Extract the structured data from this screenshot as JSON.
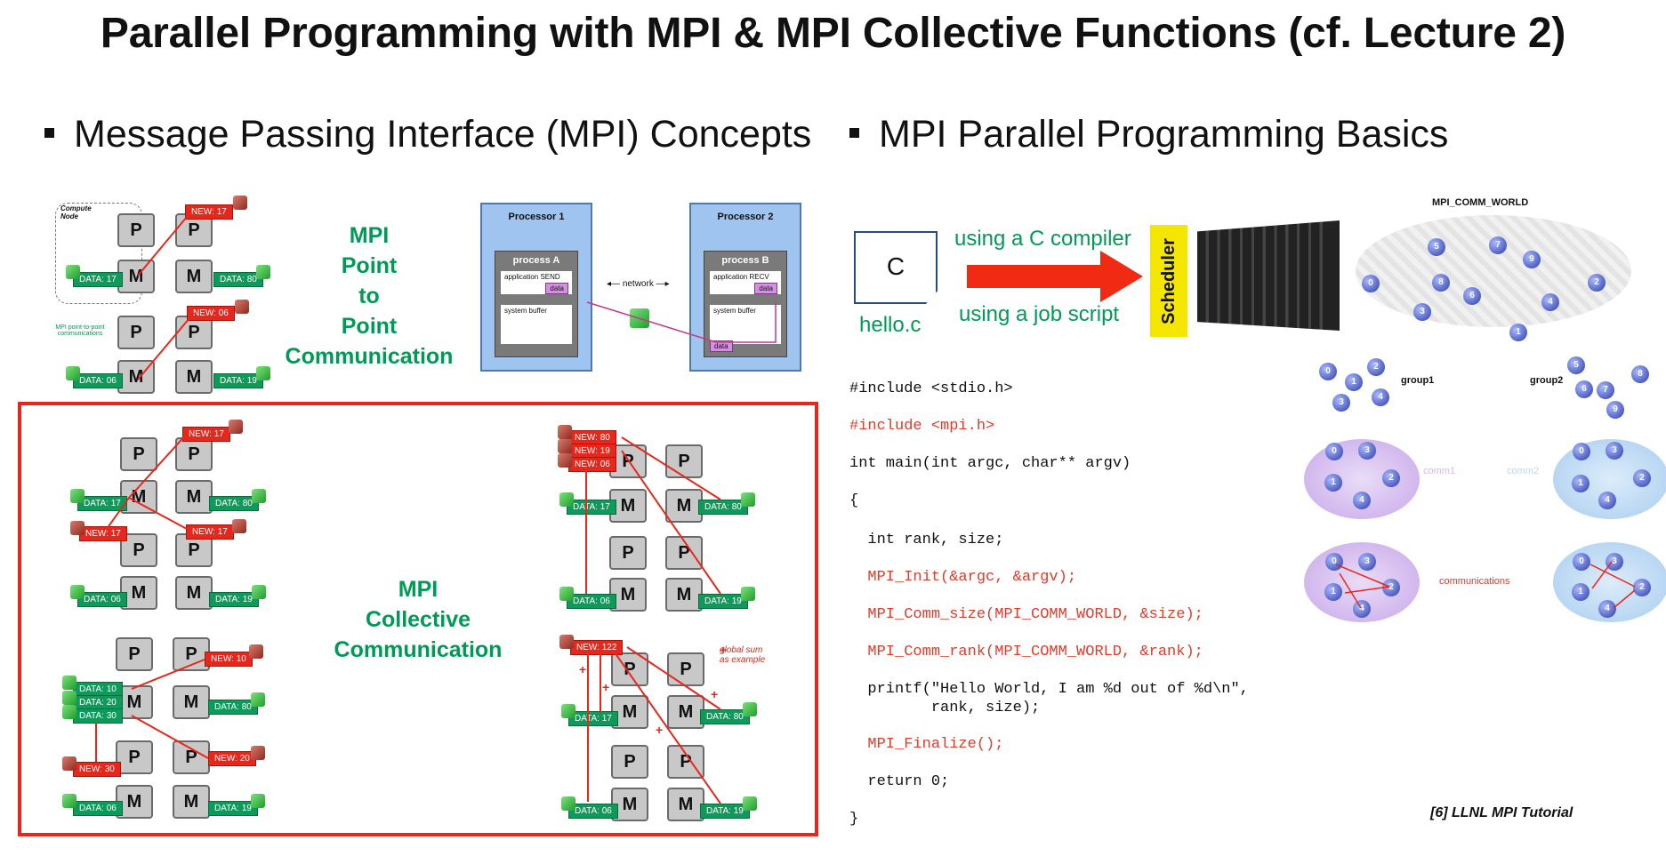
{
  "slide_title": "Parallel Programming with MPI & MPI Collective Functions (cf. Lecture 2)",
  "bullets": {
    "left": "Message Passing Interface (MPI) Concepts",
    "right": "MPI Parallel Programming Basics"
  },
  "left_panel": {
    "compute_node_label": "Compute Node",
    "p2p_small_label": "MPI point-to-point communications",
    "p2p_green_label_lines": [
      "MPI",
      "Point",
      "to",
      "Point",
      "Communication"
    ],
    "collective_green_label_lines": [
      "MPI",
      "Collective",
      "Communication"
    ],
    "node_p": "P",
    "node_m": "M",
    "p2p_tags": {
      "top_new": "NEW: 17",
      "top_data_left": "DATA: 17",
      "top_data_right": "DATA: 80",
      "bottom_new": "NEW: 06",
      "bottom_data_left": "DATA: 06",
      "bottom_data_right": "DATA: 19"
    },
    "processor_1": {
      "title": "Processor 1",
      "process": "process A",
      "app": "application SEND",
      "data": "data",
      "buffer": "system buffer"
    },
    "processor_2": {
      "title": "Processor 2",
      "process": "process B",
      "app": "application RECV",
      "data": "data",
      "buffer": "system buffer"
    },
    "network_label": "network",
    "bcast_tags": {
      "new_top": "NEW: 17",
      "data_17": "DATA: 17",
      "data_80": "DATA: 80",
      "new_left": "NEW: 17",
      "new_right": "NEW: 17",
      "data_06": "DATA: 06",
      "data_19": "DATA: 19"
    },
    "gather_tags": {
      "new_80": "NEW: 80",
      "new_19": "NEW: 19",
      "new_06": "NEW: 06",
      "data_17": "DATA: 17",
      "data_80": "DATA: 80",
      "data_06": "DATA: 06",
      "data_19": "DATA: 19"
    },
    "scatter_tags": {
      "data_10": "DATA: 10",
      "data_20": "DATA: 20",
      "data_30": "DATA: 30",
      "new_10": "NEW: 10",
      "data_80": "DATA: 80",
      "new_30": "NEW: 30",
      "new_20": "NEW: 20",
      "data_06": "DATA: 06",
      "data_19": "DATA: 19"
    },
    "reduce_tags": {
      "new_122": "NEW: 122",
      "global_sum": "global sum as example",
      "data_17": "DATA: 17",
      "data_80": "DATA: 80",
      "data_06": "DATA: 06",
      "data_19": "DATA: 19"
    }
  },
  "right_panel": {
    "file_icon_letter": "C",
    "file_name": "hello.c",
    "compiler_label": "using a C compiler",
    "job_script_label": "using a job script",
    "scheduler_label": "Scheduler",
    "comm_world_label": "MPI_COMM_WORLD",
    "group1_label": "group1",
    "group2_label": "group2",
    "comm1_label": "comm1",
    "comm2_label": "comm2",
    "communications_label": "communications",
    "citation": "[6] LLNL MPI Tutorial",
    "code_lines": [
      "#include <stdio.h>",
      "#include <mpi.h>",
      "int main(int argc, char** argv)",
      "{",
      "  int rank, size;",
      "  MPI_Init(&argc, &argv);",
      "  MPI_Comm_size(MPI_COMM_WORLD, &size);",
      "  MPI_Comm_rank(MPI_COMM_WORLD, &rank);",
      "  printf(\"Hello World, I am %d out of %d\\n\",",
      "         rank, size);",
      "  MPI_Finalize();",
      "  return 0;",
      "}"
    ],
    "world_ranks": [
      "5",
      "7",
      "9",
      "0",
      "8",
      "6",
      "2",
      "3",
      "4",
      "1"
    ],
    "group1_ranks": [
      "0",
      "1",
      "2",
      "3",
      "4"
    ],
    "group2_ranks": [
      "5",
      "6",
      "7",
      "8",
      "9"
    ],
    "comm_ranks": [
      "0",
      "1",
      "2",
      "3",
      "4"
    ]
  },
  "colors": {
    "green": "#009a57",
    "red": "#e8271c",
    "code_red": "#e33a2a",
    "scheduler_yellow": "#f5e600"
  }
}
